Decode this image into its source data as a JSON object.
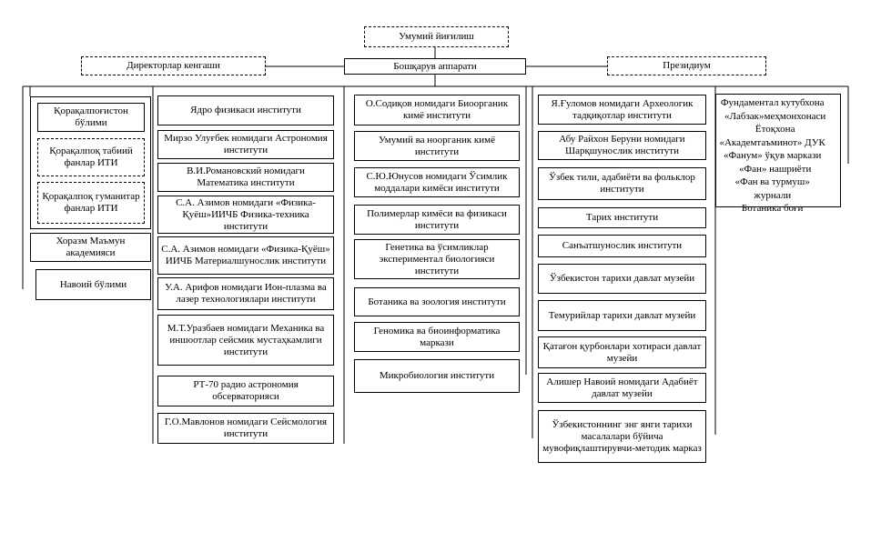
{
  "top": {
    "assembly": "Умумий йиғилиш",
    "directors_council": "Директорлар кенгаши",
    "management": "Бошқарув аппарати",
    "presidium": "Президиум"
  },
  "col1": {
    "karakalpak_branch": "Қорақалпоғистон бўлими",
    "karakalpak_natural": "Қорақалпоқ табиий фанлар ИТИ",
    "karakalpak_humanitarian": "Қорақалпоқ гуманитар фанлар ИТИ",
    "khorezm": "Хоразм Маъмун академияси",
    "navoi": "Навоий бўлими"
  },
  "col2": [
    "Ядро физикаси институти",
    "Мирзо Улуғбек номидаги Астрономия институти",
    "В.И.Романовский номидаги Математика институти",
    "С.А. Азимов номидаги «Физика-Қуёш»ИИЧБ Физика-техника институти",
    "С.А. Азимов номидаги «Физика-Қуёш» ИИЧБ Материалшунослик институти",
    "У.А. Арифов номидаги Ион-плазма ва лазер технологиялари институти",
    "М.Т.Уразбаев номидаги Механика ва иншоотлар сейсмик мустаҳкамлиги институти",
    "РТ-70 радио астрономия обсерваторияси",
    "Г.О.Мавлонов номидаги Сейсмология институти"
  ],
  "col3": [
    "О.Содиқов номидаги Биоорганик кимё институти",
    "Умумий ва ноорганик кимё институти",
    "С.Ю.Юнусов номидаги Ўсимлик моддалари кимёси институти",
    "Полимерлар кимёси ва физикаси институти",
    "Генетика ва ўсимликлар экспериментал биологияси институти",
    "Ботаника ва зоология институти",
    "Геномика ва биоинформатика маркази",
    "Микробиология институти"
  ],
  "col4": [
    "Я.Ғуломов номидаги Археологик тадқиқотлар институти",
    "Абу Райхон Беруни номидаги Шарқшунослик институти",
    "Ўзбек тили, адабиёти ва фольклор институти",
    "Тарих институти",
    "Санъатшунослик институти",
    "Ўзбекистон тарихи давлат музейи",
    "Темурийлар тарихи давлат музейи",
    "Қатағон қурбонлари хотираси давлат музейи",
    "Алишер Навоий номидаги Адабиёт давлат музейи",
    "Ўзбекистоннинг энг янги тарихи масалалари бўйича мувофиқлаштирувчи-методик марказ"
  ],
  "col5": [
    "Фундаментал кутубхона",
    "«Лабзак»меҳмонхонаси",
    "Ётоқхона",
    "«Академтаъминот» ДУК",
    "«Фанум» ўқув маркази",
    "«Фан» нашриёти",
    "«Фан ва турмуш»",
    "журнали",
    "Ботаника боғи"
  ]
}
